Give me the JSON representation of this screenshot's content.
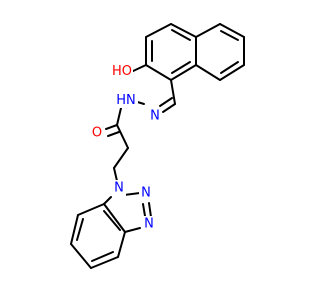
{
  "structure": {
    "atoms": {
      "o_hydroxyl": {
        "symbol": "O",
        "suffix": "H",
        "color": "#ff0000"
      },
      "o_carbonyl": {
        "symbol": "O",
        "color": "#ff0000"
      },
      "n_amide": {
        "symbol": "N",
        "suffix": "H",
        "color": "#0000ff"
      },
      "n_imine": {
        "symbol": "N",
        "color": "#0000ff"
      },
      "n_ring1": {
        "symbol": "N",
        "color": "#0000ff"
      },
      "n_ring2": {
        "symbol": "N",
        "color": "#0000ff"
      },
      "n_ring3": {
        "symbol": "N",
        "color": "#0000ff"
      }
    }
  }
}
